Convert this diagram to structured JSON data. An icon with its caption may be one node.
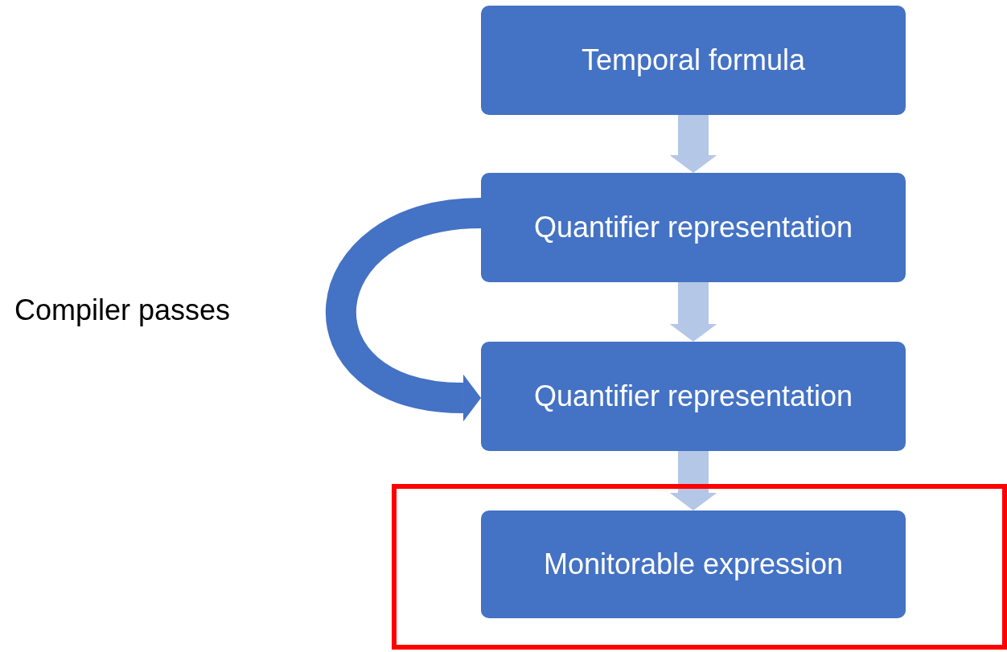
{
  "diagram": {
    "nodes": [
      {
        "text": [
          "Temporal formula"
        ]
      },
      {
        "text": [
          "Quantifier representation"
        ]
      },
      {
        "text": [
          "Quantifier representation"
        ]
      },
      {
        "text": [],
        "shape": "box"
      },
      {
        "text": [
          "Monitorable expression"
        ],
        "in": 3
      }
    ],
    "edges": [
      {
        "from": 0,
        "to": 1,
        "arrow": "to"
      },
      {
        "from": 1,
        "to": 2,
        "arrow": "to"
      },
      {
        "from": 2,
        "to": 4,
        "arrow": "to"
      },
      {
        "from": 1,
        "to": 2,
        "arrow": "to",
        "color": "#4472c4"
      }
    ],
    "labels": [
      "Compiler passes"
    ]
  }
}
